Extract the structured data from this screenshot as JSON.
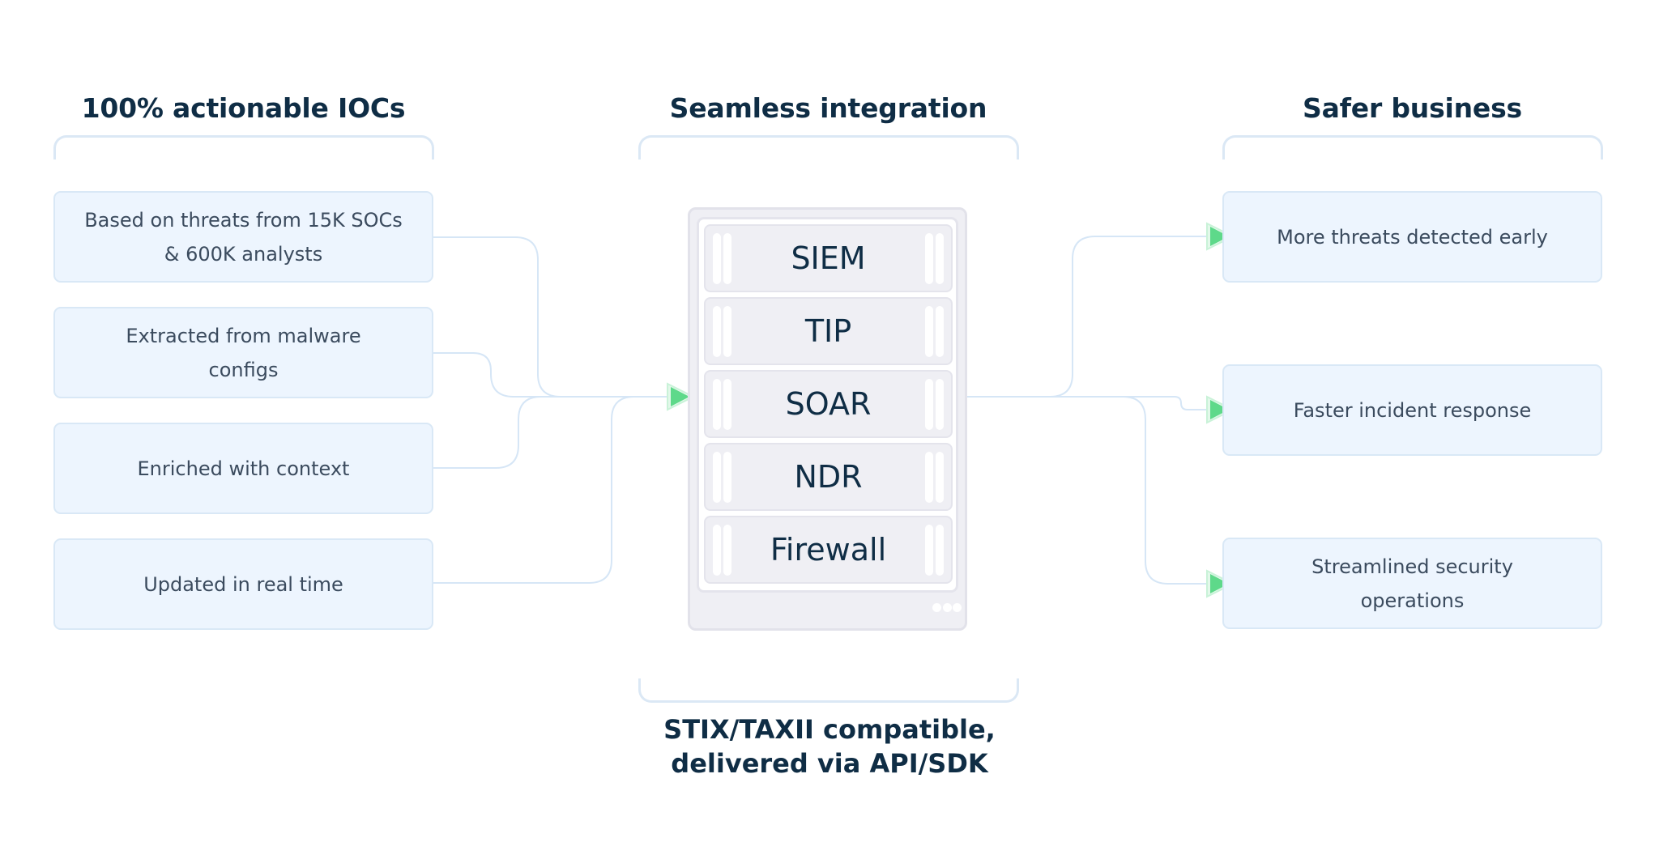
{
  "columns": {
    "left": {
      "title": "100% actionable IOCs",
      "items": [
        {
          "lines": [
            "Based on threats from 15K SOCs",
            "& 600K analysts"
          ]
        },
        {
          "lines": [
            "Extracted from malware",
            "configs"
          ]
        },
        {
          "lines": [
            "Enriched with context"
          ]
        },
        {
          "lines": [
            "Updated in real time"
          ]
        }
      ]
    },
    "center": {
      "title": "Seamless integration",
      "rack_items": [
        "SIEM",
        "TIP",
        "SOAR",
        "NDR",
        "Firewall"
      ],
      "footer_lines": [
        "STIX/TAXII compatible,",
        "delivered via API/SDK"
      ]
    },
    "right": {
      "title": "Safer business",
      "items": [
        {
          "lines": [
            "More threats detected early"
          ]
        },
        {
          "lines": [
            "Faster incident response"
          ]
        },
        {
          "lines": [
            "Streamlined security",
            "operations"
          ]
        }
      ]
    }
  },
  "colors": {
    "title_text": "#0f2d45",
    "card_text": "#3b4b5e",
    "card_fill": "#edf5fe",
    "card_border": "#d9e8f6",
    "connector": "#d6e6f6",
    "arrow": "#5ed98a",
    "arrow_halo": "#c9f2d8",
    "rack_fill": "#efeff4"
  },
  "icons": {
    "flow_arrow": "arrow-right-triangle-icon",
    "rack_handle": "rack-handle-icon",
    "rack_status_dots": "status-dots-icon"
  }
}
